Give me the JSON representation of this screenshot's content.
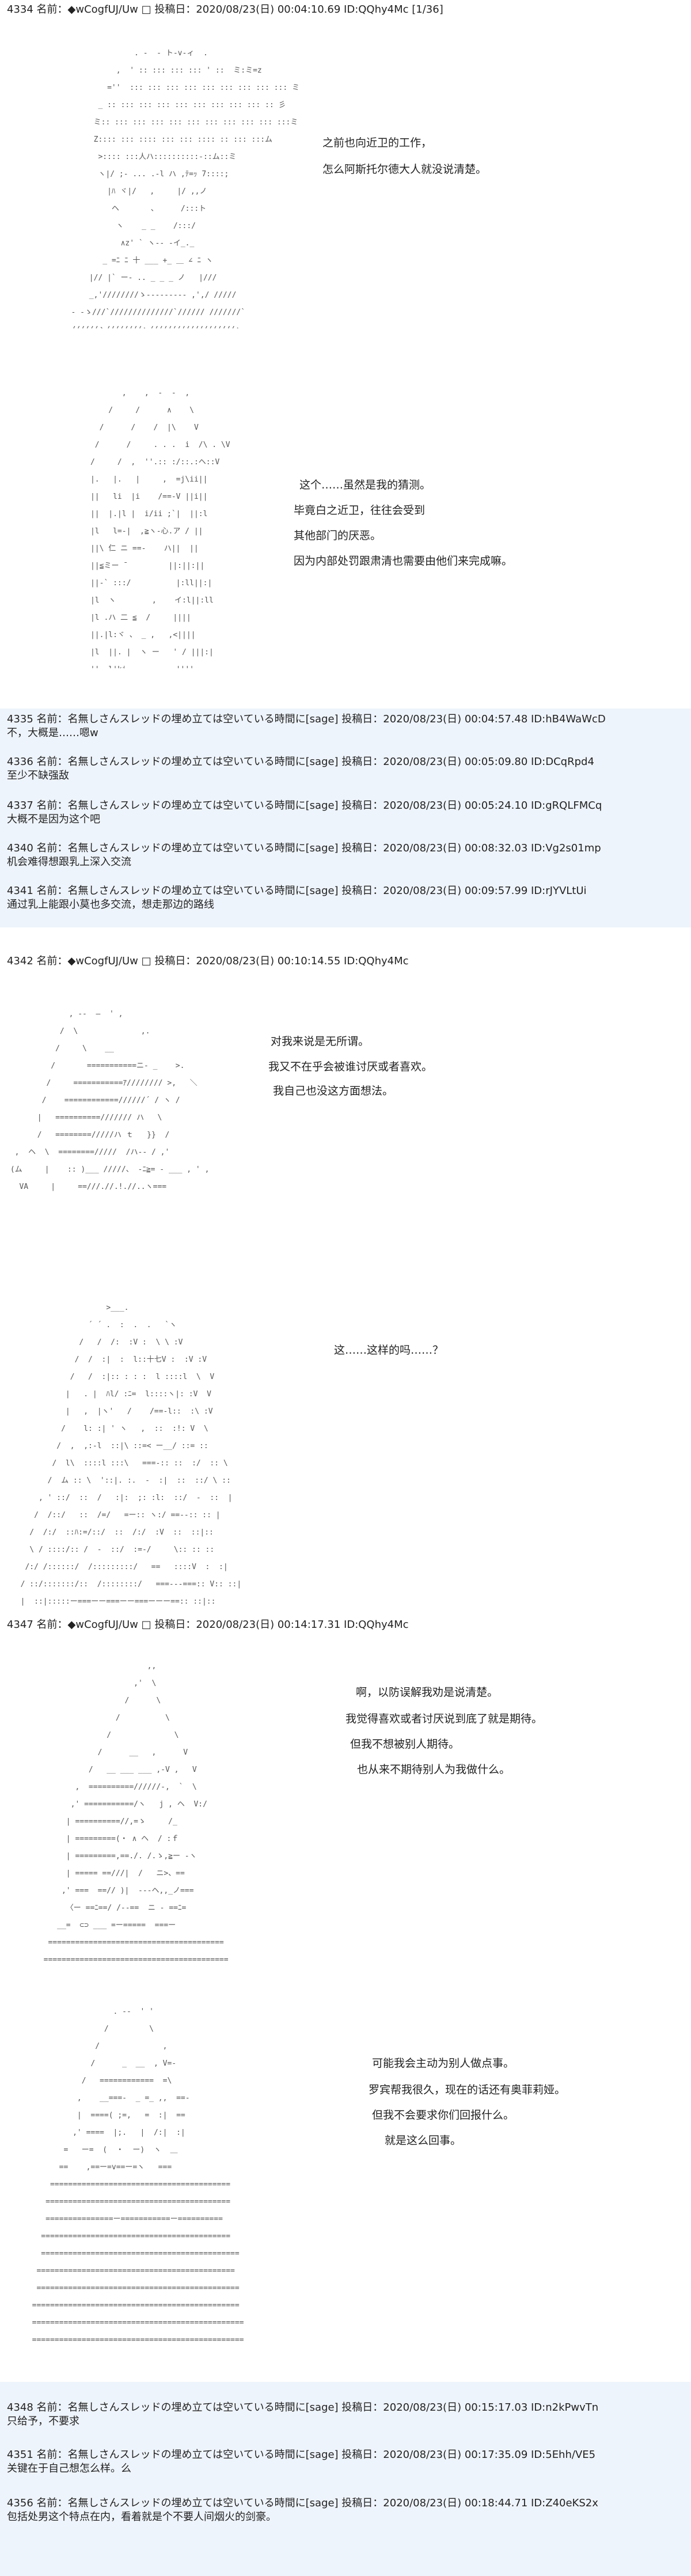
{
  "post1": {
    "header": "4334 名前：◆wCogfUJ/Uw □ 投稿日：2020/08/23(日) 00:04:10.69 ID:QQhy4Mc [1/36]",
    "lines_a": [
      "之前也向近卫的工作，",
      "怎么阿斯托尔德大人就没说清楚。"
    ],
    "lines_b": [
      "这个……虽然是我的猜测。",
      "毕竟白之近卫，往往会受到",
      "其他部门的厌恶。",
      "因为内部处罚跟肃清也需要由他们来完成嘛。"
    ]
  },
  "replies1": [
    {
      "header": "4335 名前：名無しさんスレッドの埋め立ては空いている時間に[sage] 投稿日：2020/08/23(日) 00:04:57.48 ID:hB4WaWcD",
      "text": "不，大概是……嗯w"
    },
    {
      "header": "4336 名前：名無しさんスレッドの埋め立ては空いている時間に[sage] 投稿日：2020/08/23(日) 00:05:09.80 ID:DCqRpd4",
      "text": "至少不缺强敌"
    },
    {
      "header": "4337 名前：名無しさんスレッドの埋め立ては空いている時間に[sage] 投稿日：2020/08/23(日) 00:05:24.10 ID:gRQLFMCq",
      "text": "大概不是因为这个吧"
    },
    {
      "header": "4340 名前：名無しさんスレッドの埋め立ては空いている時間に[sage] 投稿日：2020/08/23(日) 00:08:32.03 ID:Vg2s01mp",
      "text": "机会难得想跟乳上深入交流"
    },
    {
      "header": "4341 名前：名無しさんスレッドの埋め立ては空いている時間に[sage] 投稿日：2020/08/23(日) 00:09:57.99 ID:rJYVLtUi",
      "text": "通过乳上能跟小莫也多交流，想走那边的路线"
    }
  ],
  "post2": {
    "header": "4342 名前：◆wCogfUJ/Uw □ 投稿日：2020/08/23(日) 00:10:14.55 ID:QQhy4Mc",
    "lines_a": [
      "对我来说是无所谓。",
      "我又不在乎会被谁讨厌或者喜欢。",
      "我自己也没这方面想法。"
    ],
    "lines_b": [
      "这……这样的吗……？"
    ]
  },
  "post3": {
    "header": "4347 名前：◆wCogfUJ/Uw □ 投稿日：2020/08/23(日) 00:14:17.31 ID:QQhy4Mc",
    "lines_a": [
      "啊，以防误解我劝是说清楚。",
      "我觉得喜欢或者讨厌说到底了就是期待。",
      "但我不想被别人期待。",
      "也从来不期待别人为我做什么。"
    ],
    "lines_b": [
      "可能我会主动为别人做点事。",
      "罗宾帮我很久，现在的话还有奥菲莉娅。",
      "但我不会要求你们回报什么。",
      "就是这么回事。"
    ]
  },
  "replies2": [
    {
      "header": "4348 名前：名無しさんスレッドの埋め立ては空いている時間に[sage] 投稿日：2020/08/23(日) 00:15:17.03 ID:n2kPwvTn",
      "text": "只给予，不要求"
    },
    {
      "header": "4351 名前：名無しさんスレッドの埋め立ては空いている時間に[sage] 投稿日：2020/08/23(日) 00:17:35.09 ID:5Ehh/VE5",
      "text": "关键在于自己想怎么样。么"
    },
    {
      "header": "4356 名前：名無しさんスレッドの埋め立ては空いている時間に[sage] 投稿日：2020/08/23(日) 00:18:44.71 ID:Z40eKS2x",
      "text": "包括处男这个特点在内，看着就是个不要人间烟火的剑豪。"
    }
  ]
}
